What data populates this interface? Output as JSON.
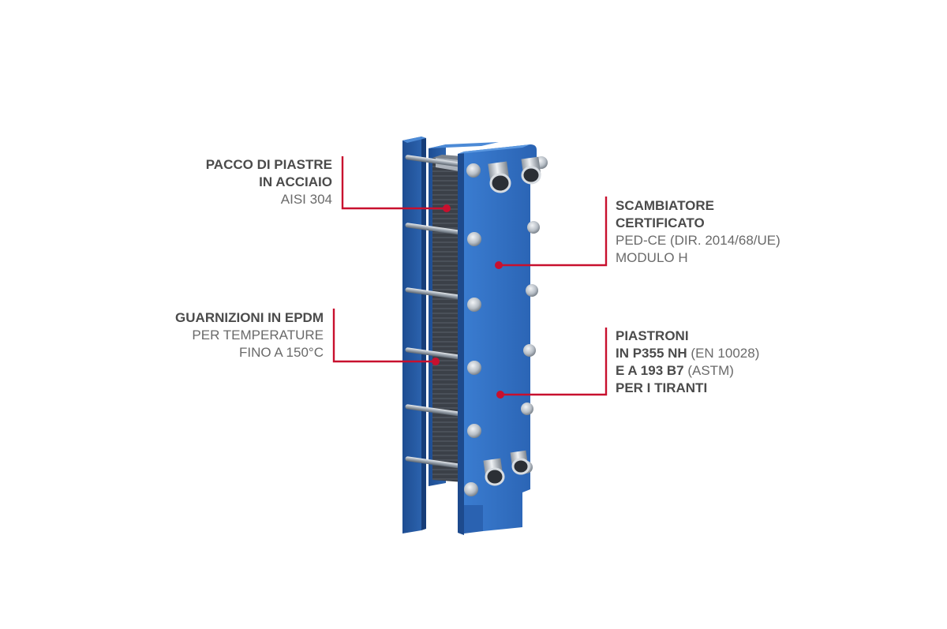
{
  "callouts": {
    "plates": {
      "title_line1": "PACCO DI PIASTRE",
      "title_line2": "IN ACCIAIO",
      "detail": "AISI 304"
    },
    "gaskets": {
      "title": "GUARNIZIONI IN EPDM",
      "detail_line1": "PER TEMPERATURE",
      "detail_line2": "FINO A 150°C"
    },
    "certified": {
      "title_line1": "SCAMBIATORE",
      "title_line2": "CERTIFICATO",
      "detail_line1": "PED-CE (DIR. 2014/68/UE)",
      "detail_line2": "MODULO H"
    },
    "frame_plates": {
      "line1_bold": "PIASTRONI",
      "line2_bold": "IN P355 NH",
      "line2_normal": " (EN 10028)",
      "line3_bold": "E A 193 B7",
      "line3_normal": " (ASTM)",
      "line4_bold": "PER I TIRANTI"
    }
  },
  "colors": {
    "leader": "#c8102e",
    "frame_blue": "#2f6fc0",
    "frame_blue_dark": "#1f4f96",
    "frame_blue_light": "#4a8ad6",
    "plate_pack": "#3a3f47",
    "steel": "#c9cfd6"
  }
}
